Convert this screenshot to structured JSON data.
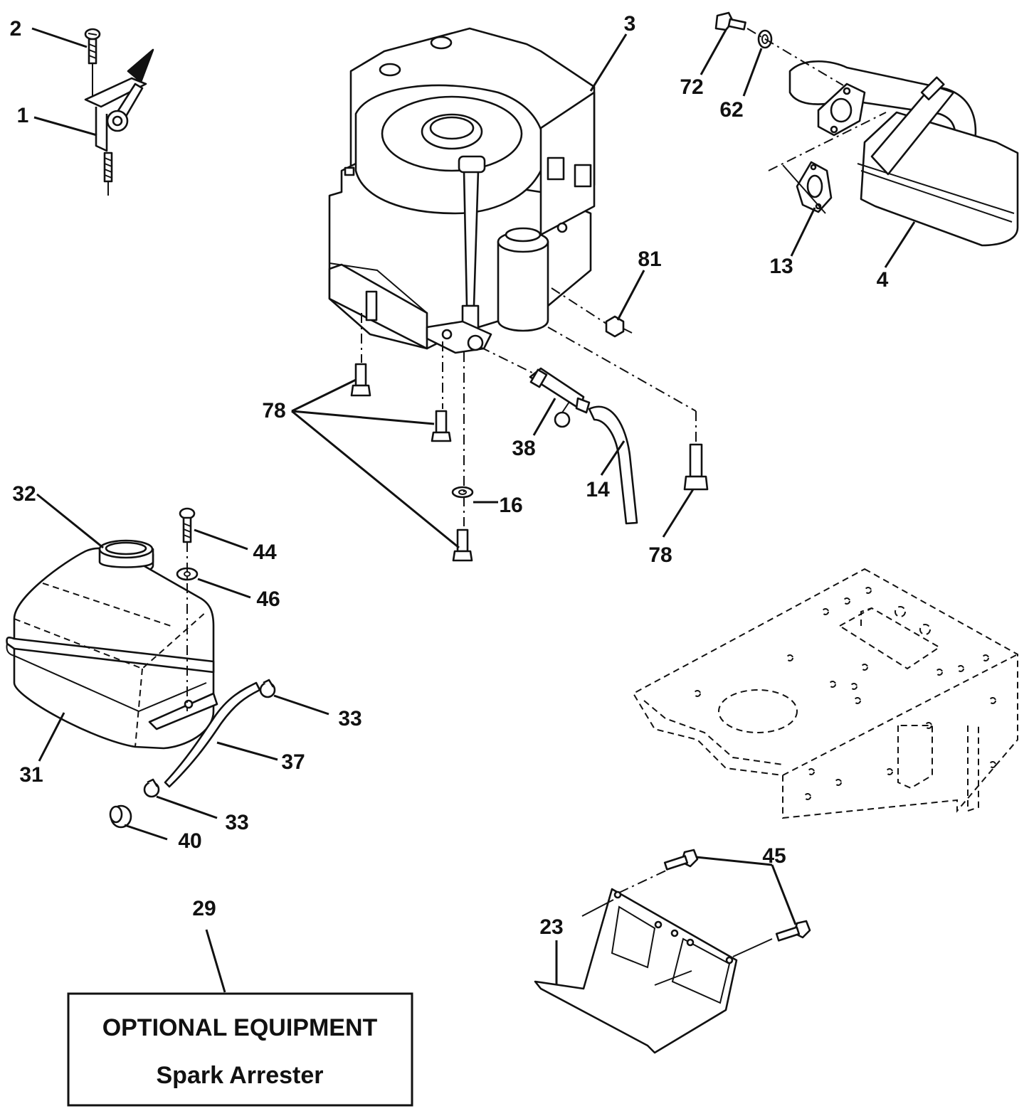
{
  "labels": {
    "throttle_control": "1",
    "screw_throttle": "2",
    "engine": "3",
    "muffler": "4",
    "gasket_muffler": "13",
    "drain_hose": "14",
    "lock_washer": "16",
    "heat_shield": "23",
    "spark_arrester_ref": "29",
    "fuel_tank": "31",
    "fuel_cap": "32",
    "hose_clamp_upper": "33",
    "hose_clamp_lower": "33",
    "fuel_line": "37",
    "drain_valve": "38",
    "grommet": "40",
    "screw_tank": "44",
    "bolts_shield": "45",
    "washer_tank": "46",
    "washer_exhaust": "62",
    "bolt_exhaust": "72",
    "bolts_engine_group": "78",
    "bolt_engine_right": "78",
    "nut_81": "81"
  },
  "optional_box": {
    "heading": "OPTIONAL EQUIPMENT",
    "item": "Spark Arrester"
  }
}
